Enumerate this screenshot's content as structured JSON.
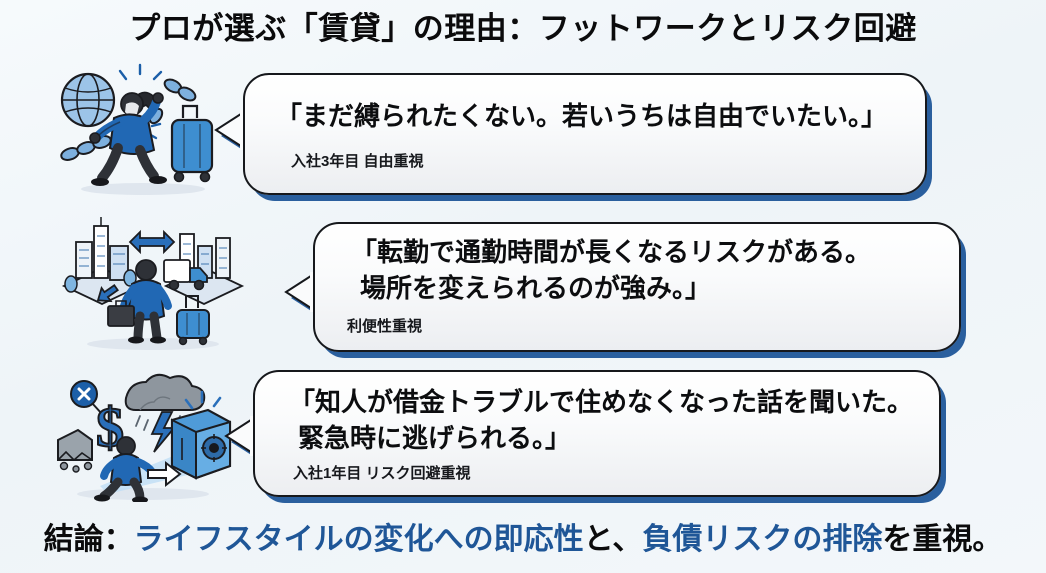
{
  "slide": {
    "title": "プロが選ぶ「賃貸」の理由：フットワークとリスク回避",
    "background_color": "#f4f8fb",
    "accent_color": "#1f5697",
    "bubble_shadow_color": "#2a5f9e",
    "bubble_border_color": "#16181c"
  },
  "rows": [
    {
      "illustration": {
        "name": "breaking-chains-freedom-illustration",
        "elements": [
          "globe",
          "person-breaking-chain",
          "broken-chain-links",
          "rolling-suitcase"
        ]
      },
      "quote": {
        "lines": [
          "「まだ縛られたくない。若いうちは自由でいたい。」"
        ]
      },
      "caption": "入社3年目 自由重視"
    },
    {
      "illustration": {
        "name": "relocation-transfer-illustration",
        "elements": [
          "city-block-left",
          "city-block-right",
          "moving-truck",
          "bidirectional-arrow",
          "person-with-briefcase",
          "rolling-suitcase"
        ]
      },
      "quote": {
        "lines": [
          "「転勤で通勤時間が長くなるリスクがある。",
          "場所を変えられるのが強み。」"
        ]
      },
      "caption": "利便性重視"
    },
    {
      "illustration": {
        "name": "risk-escape-to-safe-illustration",
        "elements": [
          "storm-cloud",
          "lightning-bolt",
          "dollar-sign",
          "x-mark-badge",
          "crumbling-house",
          "running-person",
          "arrow-right",
          "safe-vault"
        ]
      },
      "quote": {
        "lines": [
          "「知人が借金トラブルで住めなくなった話を聞いた。",
          "緊急時に逃げられる。」"
        ]
      },
      "caption": "入社1年目 リスク回避重視"
    }
  ],
  "conclusion": {
    "segments": [
      {
        "text": "結論：",
        "highlight": false
      },
      {
        "text": "ライフスタイルの変化への即応性",
        "highlight": true
      },
      {
        "text": "と、",
        "highlight": false
      },
      {
        "text": "負債リスクの排除",
        "highlight": true
      },
      {
        "text": "を重視。",
        "highlight": false
      }
    ]
  }
}
